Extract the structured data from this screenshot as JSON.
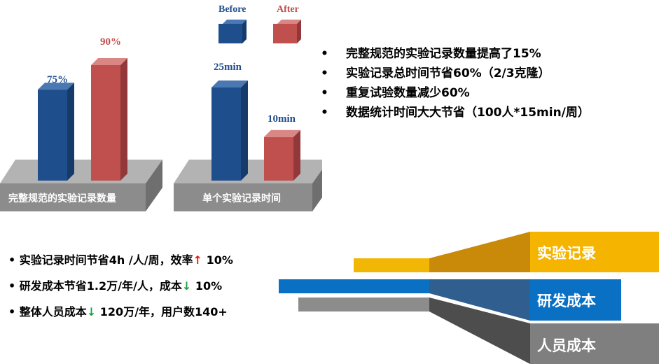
{
  "chart_data": [
    {
      "type": "bar",
      "categories": [
        "完整规范的实验记录数量"
      ],
      "series": [
        {
          "name": "Before",
          "values": [
            75
          ],
          "label": "75%"
        },
        {
          "name": "After",
          "values": [
            90
          ],
          "label": "90%"
        }
      ],
      "xlabel": "完整规范的实验记录数量"
    },
    {
      "type": "bar",
      "categories": [
        "单个实验记录时间"
      ],
      "series": [
        {
          "name": "Before",
          "values": [
            25
          ],
          "label": "25min"
        },
        {
          "name": "After",
          "values": [
            10
          ],
          "label": "10min"
        }
      ],
      "xlabel": "单个实验记录时间"
    }
  ],
  "legend": {
    "before": "Before",
    "after": "After"
  },
  "colors": {
    "before": "#1f4e8c",
    "after": "#c0504d",
    "platform": "#8c8c8c",
    "gold": "#f2b705",
    "blue": "#0a70c4",
    "gray": "#7f7f7f"
  },
  "bullets": [
    "完整规范的实验记录数量提高了15%",
    "实验记录总时间节省60%（2/3克隆）",
    "重复试验数量减少60%",
    "数据统计时间大大节省（100人*15min/周）"
  ],
  "lower_items": [
    {
      "text": "实验记录时间节省4h /人/周，效率",
      "arrow": "↑",
      "value": " 10%"
    },
    {
      "text": "研发成本节省1.2万/年/人，成本",
      "arrow": "↓",
      "value": " 10%"
    },
    {
      "text": "整体人员成本",
      "arrow": "↓",
      "value": " 120万/年，用户数140+"
    }
  ],
  "funnel_labels": [
    "实验记录",
    "研发成本",
    "人员成本"
  ]
}
